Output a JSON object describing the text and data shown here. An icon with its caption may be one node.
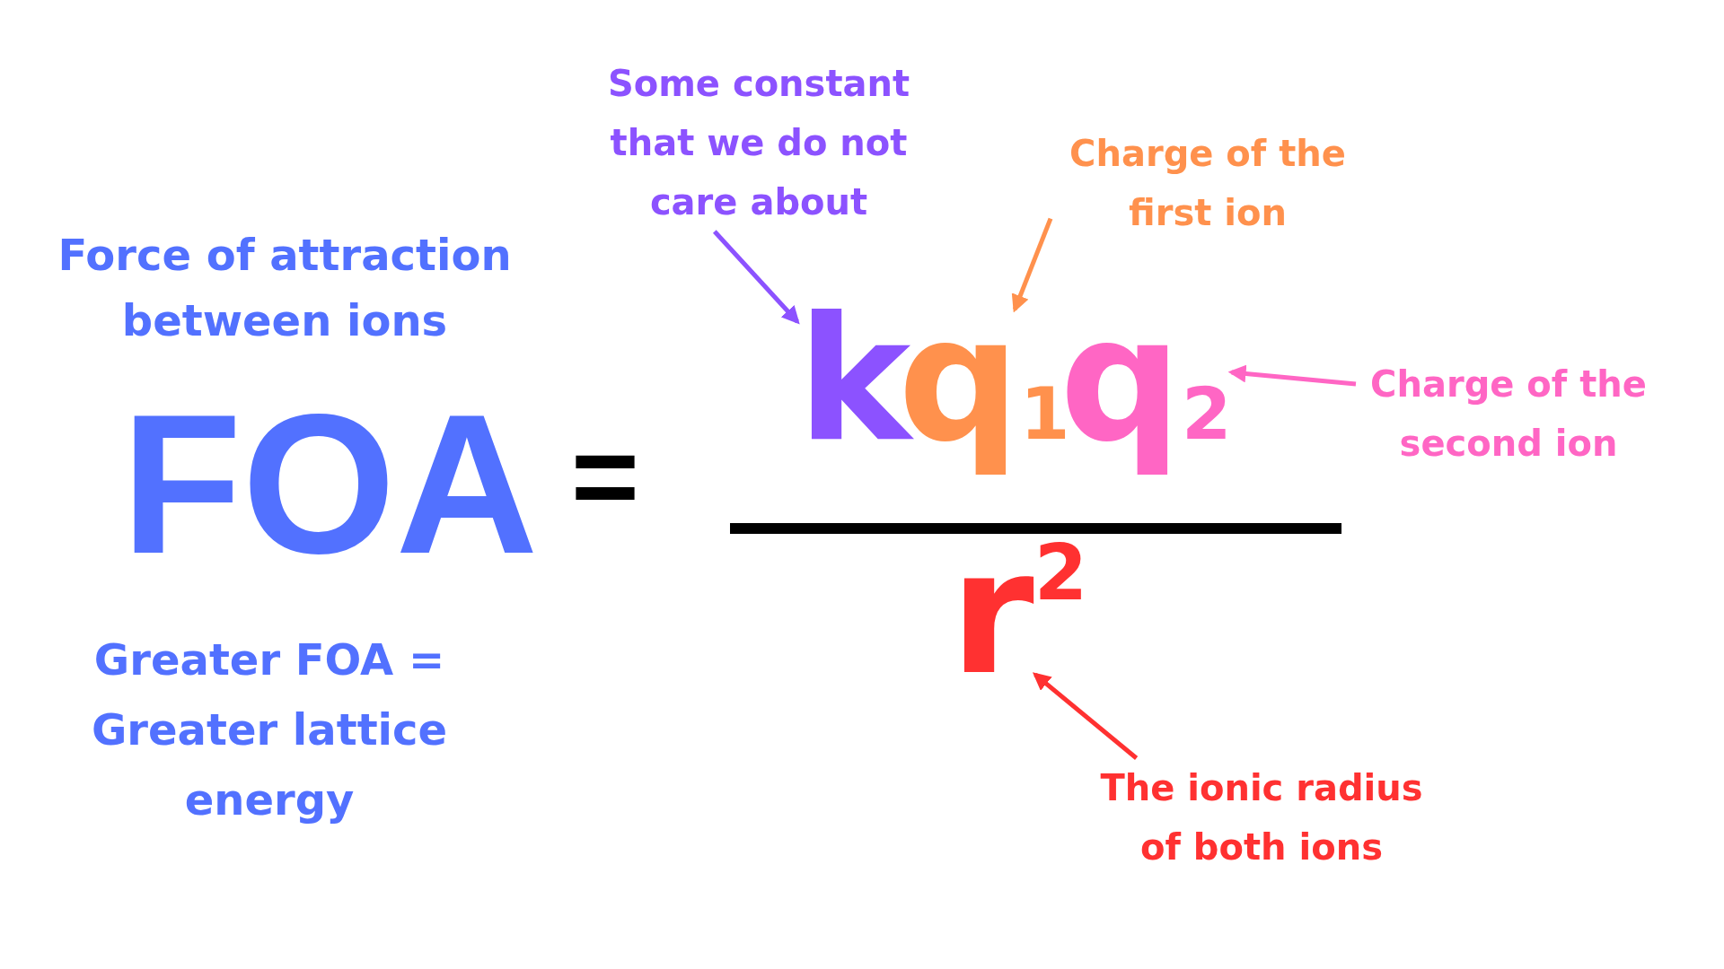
{
  "diagram": {
    "nodes": [
      {
        "text": [
          "Some constant that we do not care about"
        ]
      },
      {
        "text": [
          "Charge of the first ion"
        ]
      },
      {
        "text": [
          "k"
        ]
      },
      {
        "text": [
          "q$_{1}$"
        ]
      },
      {
        "text": [
          "q$_{2}$"
        ]
      },
      {
        "text": [
          "Charge of the second ion"
        ]
      },
      {
        "text": [
          "r$^{2}$"
        ]
      },
      {
        "text": [
          "The ionic radius of both ions"
        ]
      }
    ],
    "edges": [
      {
        "from": 0,
        "to": 2,
        "arrow": "to",
        "color": "#8c52ff"
      },
      {
        "from": 1,
        "to": 3,
        "arrow": "to",
        "color": "#ff914d"
      },
      {
        "from": 5,
        "to": 4,
        "arrow": "to",
        "color": "#ff66c4"
      },
      {
        "from": 7,
        "to": 6,
        "arrow": "to",
        "color": "#ff3131"
      }
    ],
    "labels": [
      "Force of attraction between ions",
      "FOA",
      "=",
      "Greater FOA = Greater lattice energy"
    ]
  }
}
